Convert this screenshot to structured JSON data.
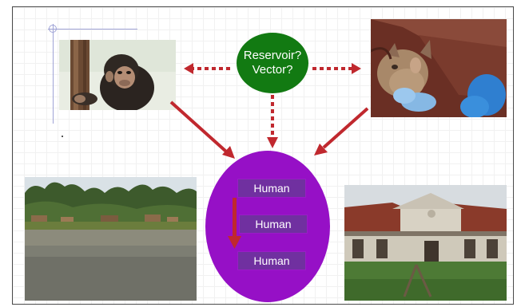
{
  "reservoir": {
    "line1": "Reservoir?",
    "line2": "Vector?",
    "color": "#127a12"
  },
  "human": {
    "labels": [
      "Human",
      "Human",
      "Human"
    ],
    "oval_color": "#9610c6",
    "box_color": "#7030a0"
  },
  "arrow_color": "#c0282e",
  "photos": {
    "top_left": "chimpanzee-photo",
    "top_right": "bat-photo",
    "bottom_left": "river-village-photo",
    "bottom_right": "hospital-building-photo"
  }
}
